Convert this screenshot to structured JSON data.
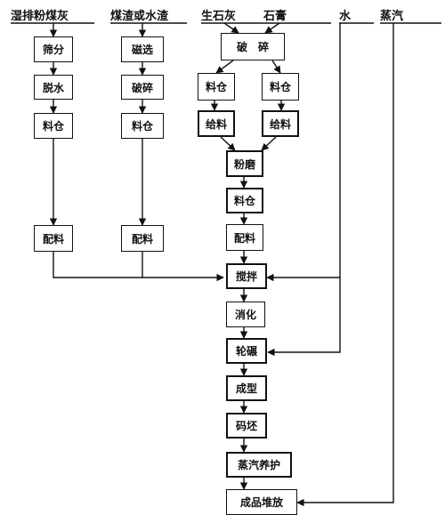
{
  "inputs": {
    "fly_ash": "湿排粉煤灰",
    "slag": "煤渣或水渣",
    "lime": "生石灰",
    "gypsum": "石膏",
    "water": "水",
    "steam": "蒸汽"
  },
  "col1": {
    "screen": "筛分",
    "dewater": "脱水",
    "bin": "料仓",
    "batch": "配料"
  },
  "col2": {
    "magnetic": "磁选",
    "crush": "破碎",
    "bin": "料仓",
    "batch": "配料"
  },
  "col3": {
    "crush": "破　碎",
    "bin_left": "料仓",
    "bin_right": "料仓",
    "feed_left": "给料",
    "feed_right": "给料",
    "grind": "粉磨",
    "bin": "料仓",
    "batch": "配料"
  },
  "main": {
    "mix": "搅拌",
    "slake": "消化",
    "roll": "轮碾",
    "form": "成型",
    "stack": "码坯",
    "cure": "蒸汽养护",
    "product": "成品堆放"
  }
}
